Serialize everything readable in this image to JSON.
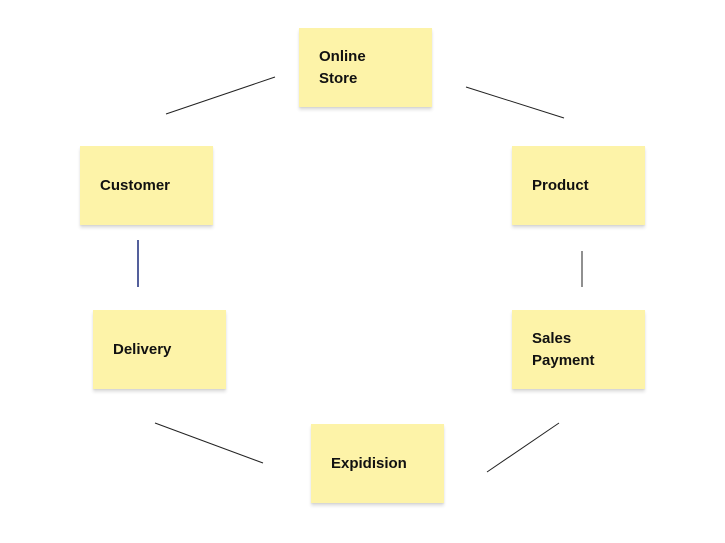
{
  "diagram": {
    "nodes": [
      {
        "id": "online-store",
        "label": "Online\nStore"
      },
      {
        "id": "customer",
        "label": "Customer"
      },
      {
        "id": "product",
        "label": "Product"
      },
      {
        "id": "delivery",
        "label": "Delivery"
      },
      {
        "id": "sales",
        "label": "Sales\nPayment"
      },
      {
        "id": "expidision",
        "label": "Expidision"
      }
    ],
    "connections": [
      {
        "from": "online-store",
        "to": "customer"
      },
      {
        "from": "online-store",
        "to": "product"
      },
      {
        "from": "customer",
        "to": "delivery"
      },
      {
        "from": "product",
        "to": "sales"
      },
      {
        "from": "delivery",
        "to": "expidision"
      },
      {
        "from": "sales",
        "to": "expidision"
      }
    ],
    "colors": {
      "note_fill": "#fdf3a8",
      "connector": "#222222",
      "connector_highlight": "#1a2a7a"
    }
  }
}
